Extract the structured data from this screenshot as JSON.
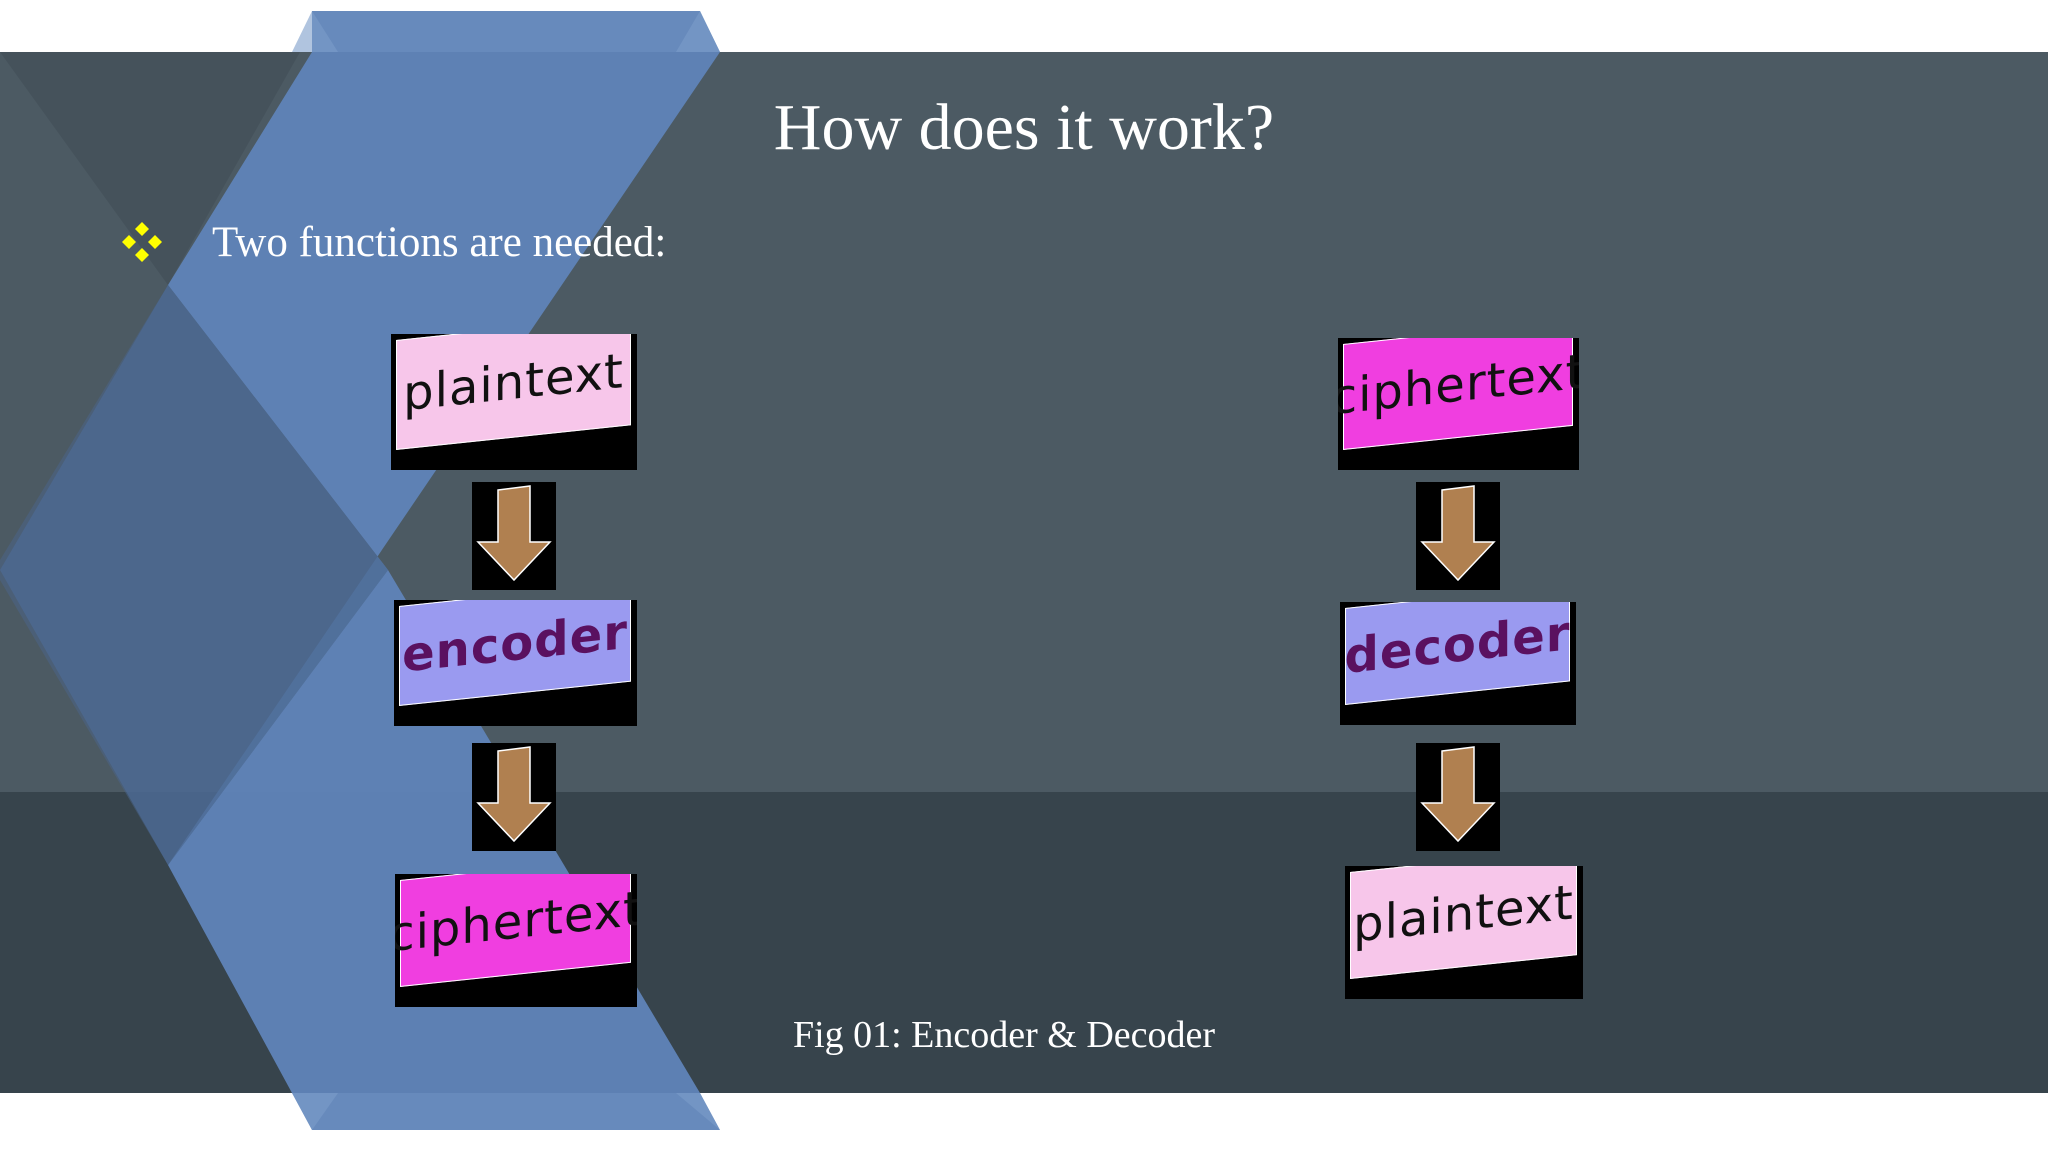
{
  "slide": {
    "title": "How does it work?",
    "bullet": {
      "icon": "diamond-bullet-icon",
      "text": "Two functions are needed:"
    },
    "caption": "Fig 01: Encoder & Decoder"
  },
  "diagram": {
    "left_column": {
      "input_label": "plaintext",
      "function_label": "encoder",
      "output_label": "ciphertext"
    },
    "right_column": {
      "input_label": "ciphertext",
      "function_label": "decoder",
      "output_label": "plaintext"
    },
    "arrow_icon": "down-arrow-icon"
  },
  "colors": {
    "background_upper": "#4c5a63",
    "background_lower": "#37444c",
    "accent_blue": "#5b7fb4",
    "bullet_yellow": "#ffff00",
    "plaintext_fill": "#f7c6ea",
    "ciphertext_fill": "#f03ee0",
    "function_fill": "#9a9af0",
    "arrow_fill": "#b08050"
  }
}
